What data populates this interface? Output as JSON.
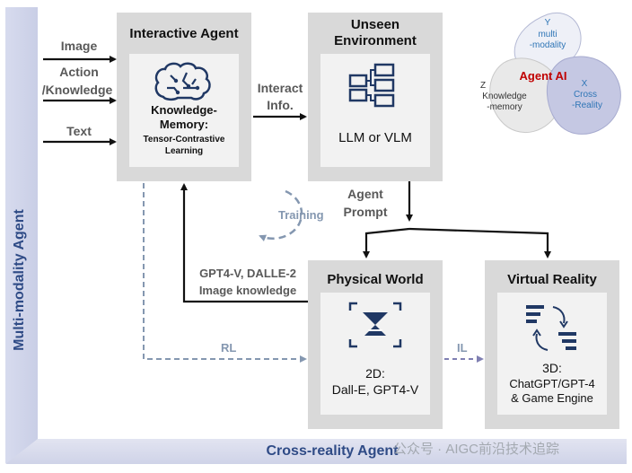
{
  "left_band_label": "Multi-modality Agent",
  "bottom_band_label": "Cross-reality Agent",
  "inputs": {
    "image": "Image",
    "action_line1": "Action",
    "action_line2": "/Knowledge",
    "text": "Text"
  },
  "interactive_agent": {
    "title": "Interactive Agent",
    "memory_line1": "Knowledge-",
    "memory_line2": "Memory:",
    "sub_line1": "Tensor-Contrastive",
    "sub_line2": "Learning"
  },
  "interact_info": {
    "line1": "Interact",
    "line2": "Info."
  },
  "unseen_environment": {
    "title_line1": "Unseen",
    "title_line2": "Environment",
    "label": "LLM or VLM"
  },
  "training_label": "Training",
  "agent_prompt": {
    "line1": "Agent",
    "line2": "Prompt"
  },
  "gpt_knowledge": {
    "line1": "GPT4-V, DALLE-2",
    "line2": "Image knowledge"
  },
  "rl_label": "RL",
  "il_label": "IL",
  "physical_world": {
    "title": "Physical World",
    "line1": "2D:",
    "line2": "Dall-E, GPT4-V"
  },
  "virtual_reality": {
    "title": "Virtual Reality",
    "line1": "3D:",
    "line2": "ChatGPT/GPT-4",
    "line3": "& Game Engine"
  },
  "venn": {
    "center": "Agent AI",
    "y_axis": "Y",
    "y_line1": "multi",
    "y_line2": "-modality",
    "z_axis": "Z",
    "z_line1": "Knowledge",
    "z_line2": "-memory",
    "x_axis": "X",
    "x_line1": "Cross",
    "x_line2": "-Reality"
  },
  "watermark": "公众号 · AIGC前沿技术追踪",
  "colors": {
    "band_text": "#2f4b86",
    "box_fill": "#d9d9d9",
    "inner_fill": "#f2f2f2",
    "dashed_blue": "#8497b0",
    "icon_navy": "#203864",
    "agent_ai_red": "#c00000"
  }
}
